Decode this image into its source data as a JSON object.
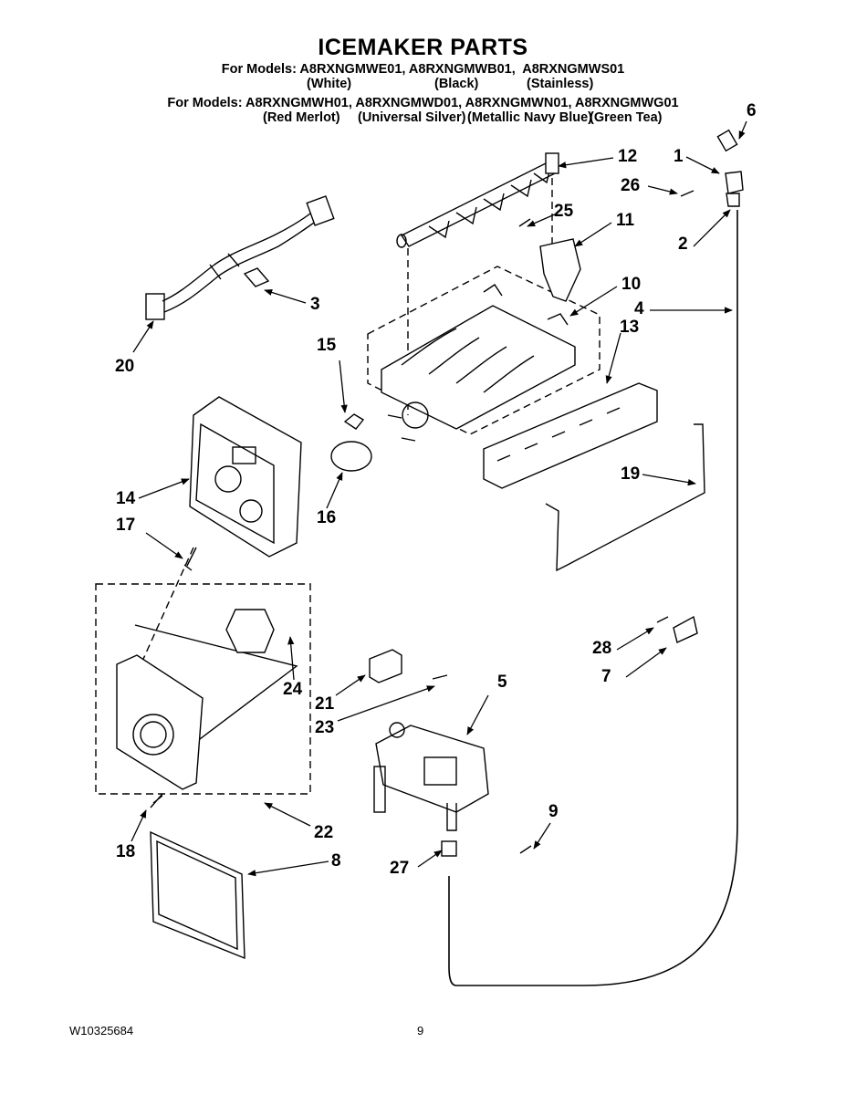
{
  "header": {
    "title": "ICEMAKER PARTS",
    "models_line1": "For Models: A8RXNGMWE01, A8RXNGMWB01,  A8RXNGMWS01",
    "colors_line1": [
      "(White)",
      "(Black)",
      "(Stainless)"
    ],
    "models_line2": "For Models: A8RXNGMWH01, A8RXNGMWD01, A8RXNGMWN01, A8RXNGMWG01",
    "colors_line2": [
      "(Red Merlot)",
      "(Universal Silver)",
      "(Metallic Navy Blue)",
      "(Green Tea)"
    ]
  },
  "callouts": {
    "c1": "1",
    "c2": "2",
    "c3": "3",
    "c4": "4",
    "c5": "5",
    "c6": "6",
    "c7": "7",
    "c8": "8",
    "c9": "9",
    "c10": "10",
    "c11": "11",
    "c12": "12",
    "c13": "13",
    "c14": "14",
    "c15": "15",
    "c16": "16",
    "c17": "17",
    "c18": "18",
    "c19": "19",
    "c20": "20",
    "c21": "21",
    "c22": "22",
    "c23": "23",
    "c24": "24",
    "c25": "25",
    "c26": "26",
    "c27": "27",
    "c28": "28"
  },
  "footer": {
    "doc_number": "W10325684",
    "page_number": "9"
  }
}
